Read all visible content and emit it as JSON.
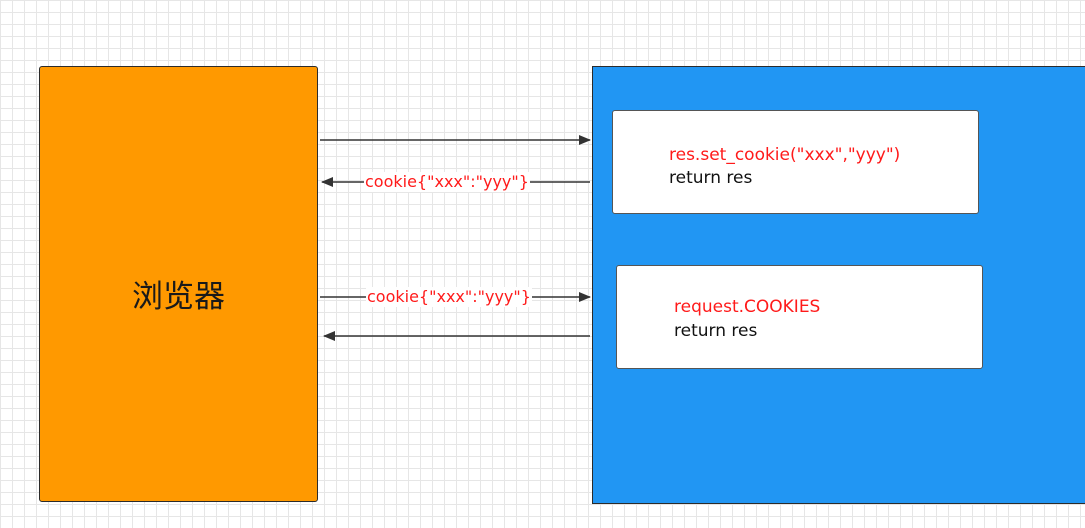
{
  "browser": {
    "label": "浏览器"
  },
  "server": {
    "block1": {
      "line1": "res.set_cookie(\"xxx\",\"yyy\")",
      "line2": "return res"
    },
    "block2": {
      "line1": "request.COOKIES",
      "line2": "return res"
    }
  },
  "arrows": {
    "set_cookie_label": "cookie{\"xxx\":\"yyy\"}",
    "send_cookie_label": "cookie{\"xxx\":\"yyy\"}"
  },
  "colors": {
    "browser": "#ff9900",
    "server": "#2196f3",
    "code_highlight": "#ff1a1a",
    "arrow": "#333333"
  }
}
